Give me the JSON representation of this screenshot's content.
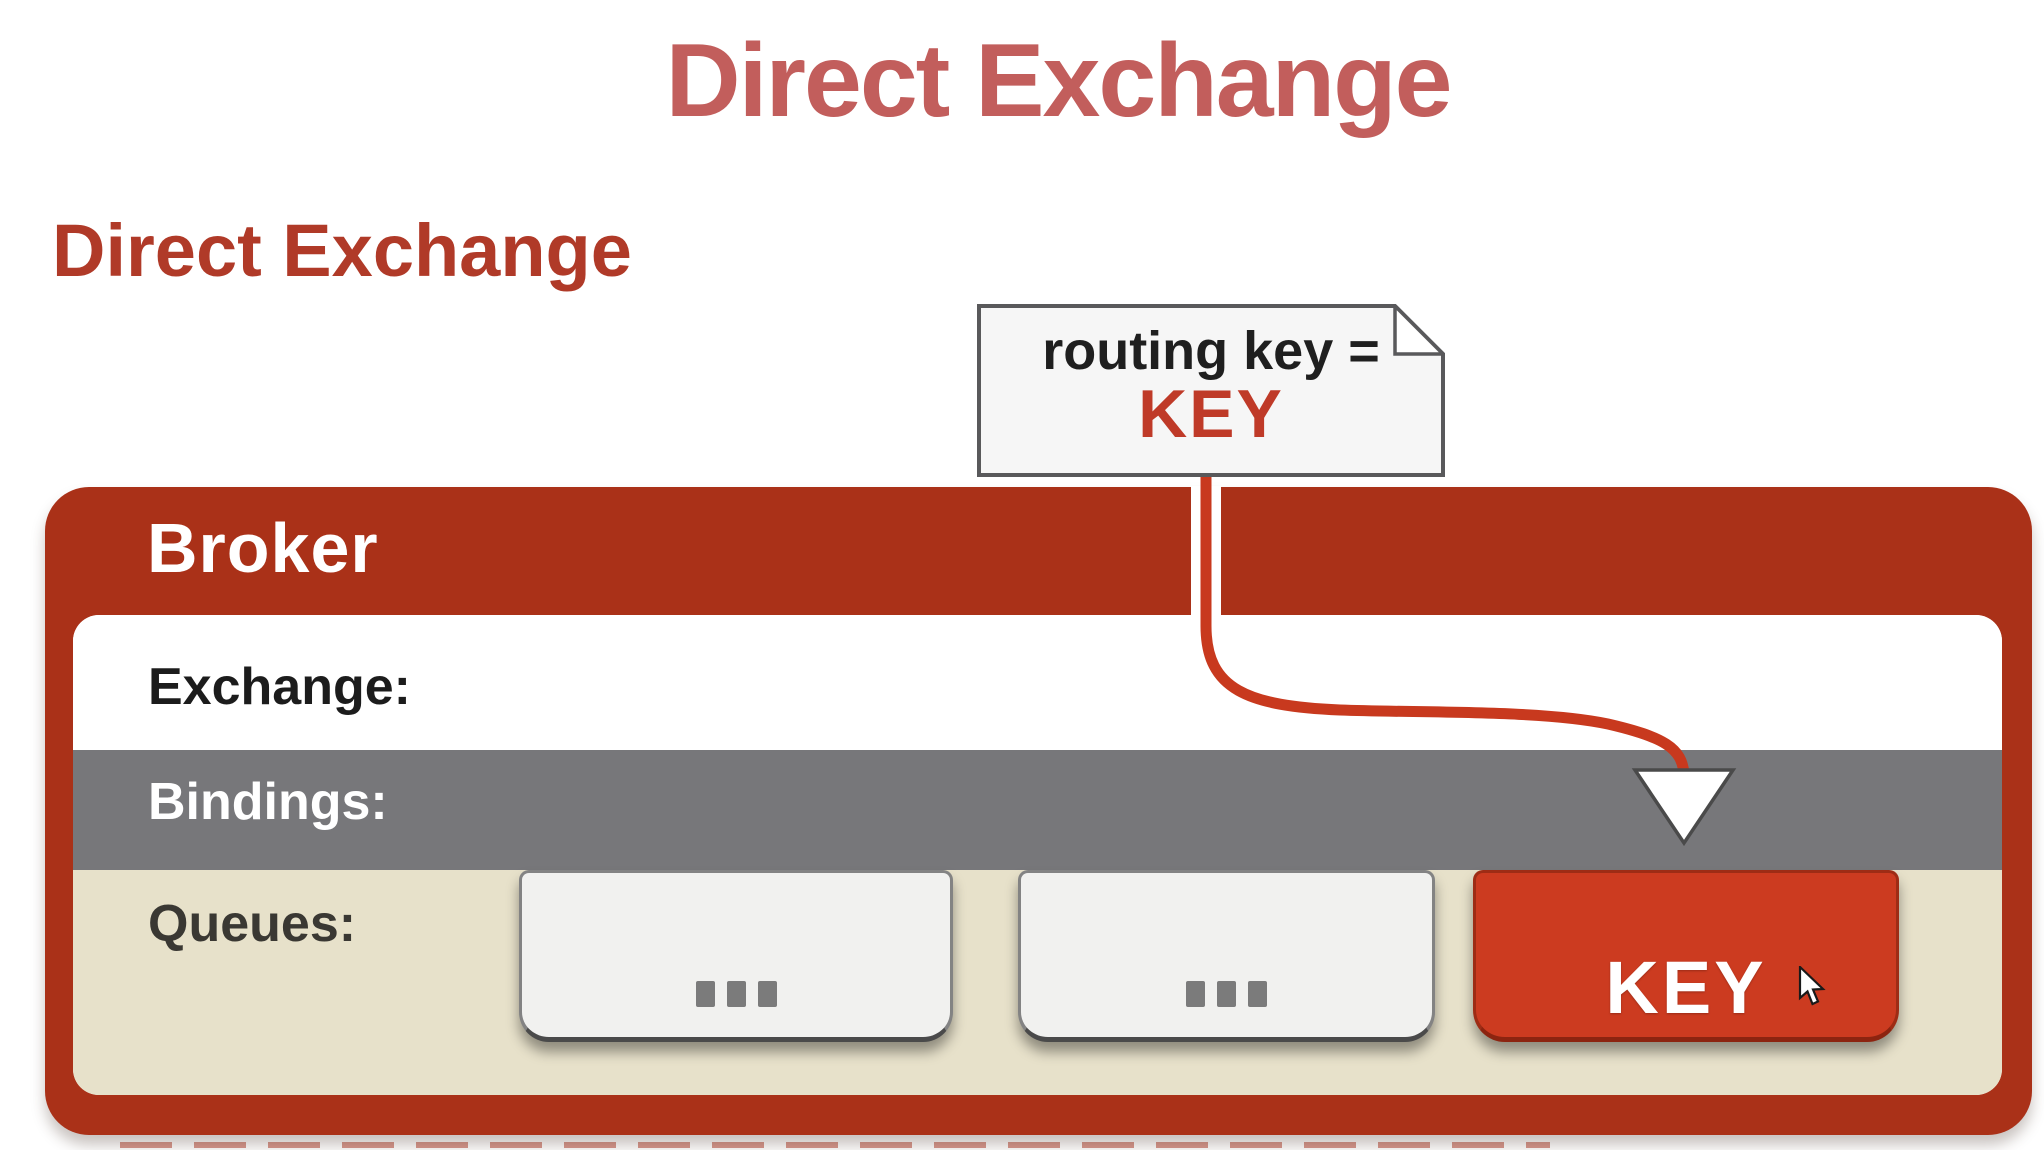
{
  "title": {
    "text": "Direct Exchange"
  },
  "subtitle": {
    "text": "Direct Exchange"
  },
  "note": {
    "line1": "routing key =",
    "line2": "KEY",
    "icon": "dog-ear-note"
  },
  "broker": {
    "title": "Broker",
    "rows": [
      {
        "id": "exchange",
        "label": "Exchange:"
      },
      {
        "id": "bindings",
        "label": "Bindings:"
      },
      {
        "id": "queues",
        "label": "Queues:"
      }
    ],
    "queues": [
      {
        "label": "...",
        "kind": "placeholder"
      },
      {
        "label": "...",
        "kind": "placeholder"
      },
      {
        "label": "KEY",
        "kind": "bound"
      }
    ]
  },
  "connector": {
    "from": "routing-key-note",
    "to": "queue-key",
    "arrow": "triangle-down"
  },
  "icons": {
    "cursor": "mouse-arrow-pointer",
    "note": "paper-note-folded-corner",
    "queue_placeholder": "ellipsis-dots"
  },
  "colors": {
    "title": "#c25e5c",
    "heading_red": "#b03a28",
    "broker_red": "#aa3118",
    "bright_red": "#cc3b20",
    "connector_red": "#c8391e",
    "bindings_gray": "#77777a",
    "queues_beige": "#e7e1ca",
    "queue_box_gray": "#f1f1ef",
    "note_bg": "#f6f6f6",
    "note_border": "#59595b"
  }
}
